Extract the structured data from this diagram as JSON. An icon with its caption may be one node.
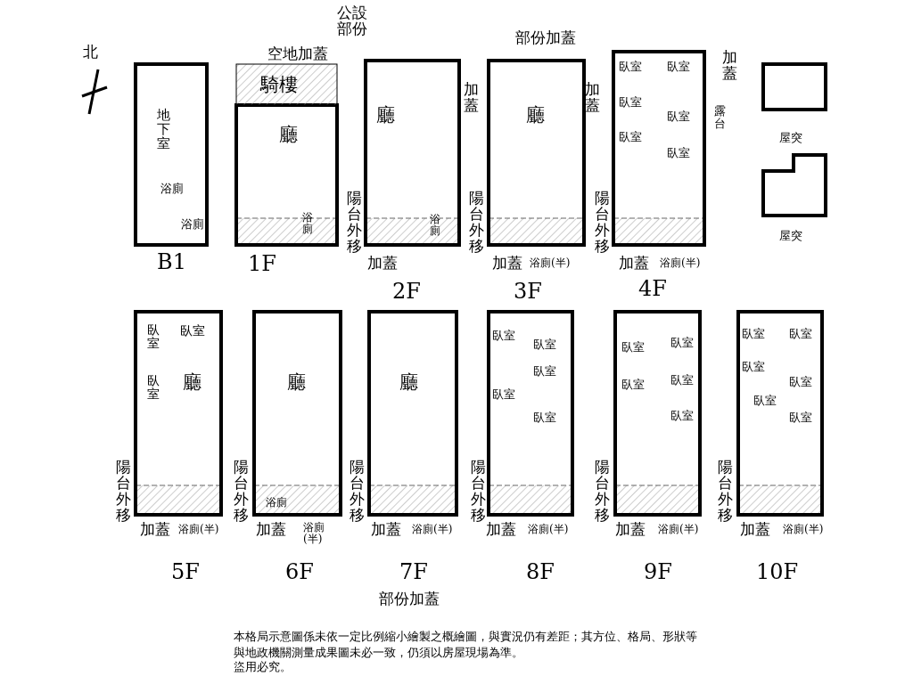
{
  "diagram": {
    "nodes": [
      {
        "text": [
          "屋突"
        ]
      },
      {
        "text": [
          "屋突"
        ]
      }
    ],
    "labels": [
      "北",
      "地下室",
      "浴廁",
      "浴廁",
      "B1",
      "公設部份",
      "空地加蓋",
      "騎樓",
      "廳",
      "浴廁",
      "1F",
      "廳",
      "加蓋",
      "陽台外移",
      "浴廁",
      "加蓋",
      "2F",
      "部份加蓋",
      "廳",
      "加蓋",
      "陽台外移",
      "加蓋",
      "浴廁(半)",
      "3F",
      "臥室",
      "臥室",
      "臥室",
      "臥室",
      "臥室",
      "臥室",
      "加蓋",
      "露台",
      "陽台外移",
      "加蓋",
      "浴廁(半)",
      "4F",
      "臥室",
      "臥室",
      "臥室",
      "廳",
      "陽台外移",
      "加蓋",
      "浴廁(半)",
      "5F",
      "廳",
      "陽台外移",
      "浴廁",
      "加蓋",
      "浴廁(半)",
      "6F",
      "廳",
      "陽台外移",
      "加蓋",
      "浴廁(半)",
      "7F",
      "臥室",
      "臥室",
      "臥室",
      "臥室",
      "臥室",
      "陽台外移",
      "加蓋",
      "浴廁(半)",
      "8F",
      "臥室",
      "臥室",
      "臥室",
      "臥室",
      "臥室",
      "陽台外移",
      "加蓋",
      "浴廁(半)",
      "9F",
      "臥室",
      "臥室",
      "臥室",
      "臥室",
      "臥室",
      "臥室",
      "陽台外移",
      "加蓋",
      "浴廁(半)",
      "10F",
      "部份加蓋",
      "本格局示意圖係未依一定比例縮小繪製之概繪圖，與實況仍有差距；其方位、格局、形狀等與地政機關測量成果圖未必一致，仍須以房屋現場為準。",
      "盜用必究。"
    ]
  }
}
